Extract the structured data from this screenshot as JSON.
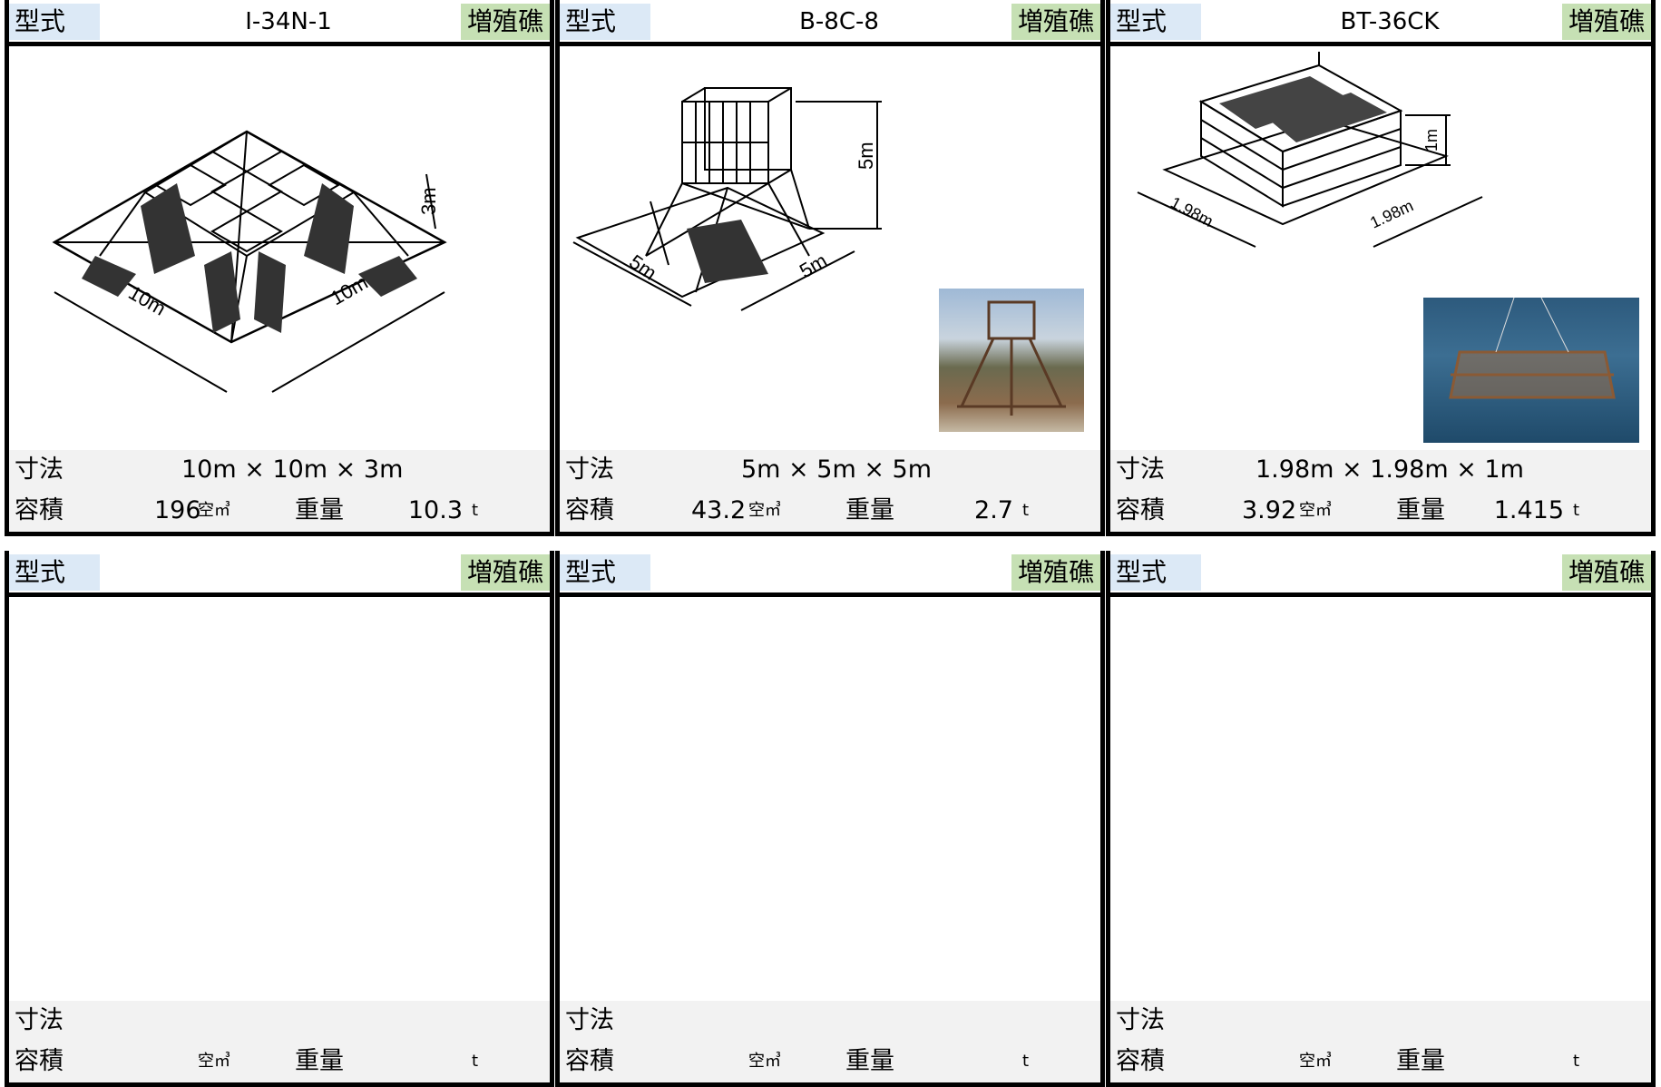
{
  "cards": [
    {
      "label": "型式",
      "model": "I-34N-1",
      "category": "増殖礁",
      "dim_key": "寸法",
      "dims": "10m × 10m × 3m",
      "vol_key": "容積",
      "volume": "196",
      "vol_unit": "空㎥",
      "wt_key": "重量",
      "weight": "10.3",
      "wt_unit": "t",
      "figure": {
        "dim_labels": [
          "10m",
          "10m",
          "3m"
        ]
      }
    },
    {
      "label": "型式",
      "model": "B-8C-8",
      "category": "増殖礁",
      "dim_key": "寸法",
      "dims": "5m × 5m × 5m",
      "vol_key": "容積",
      "volume": "43.2",
      "vol_unit": "空㎥",
      "wt_key": "重量",
      "weight": "2.7",
      "wt_unit": "t",
      "figure": {
        "dim_labels": [
          "5m",
          "5m",
          "5m"
        ]
      }
    },
    {
      "label": "型式",
      "model": "BT-36CK",
      "category": "増殖礁",
      "dim_key": "寸法",
      "dims": "1.98m × 1.98m × 1m",
      "vol_key": "容積",
      "volume": "3.92",
      "vol_unit": "空㎥",
      "wt_key": "重量",
      "weight": "1.415",
      "wt_unit": "t",
      "figure": {
        "dim_labels": [
          "1.98m",
          "1.98m",
          "1m"
        ]
      }
    },
    {
      "label": "型式",
      "model": "",
      "category": "増殖礁",
      "dim_key": "寸法",
      "dims": "",
      "vol_key": "容積",
      "volume": "",
      "vol_unit": "空㎥",
      "wt_key": "重量",
      "weight": "",
      "wt_unit": "t"
    },
    {
      "label": "型式",
      "model": "",
      "category": "増殖礁",
      "dim_key": "寸法",
      "dims": "",
      "vol_key": "容積",
      "volume": "",
      "vol_unit": "空㎥",
      "wt_key": "重量",
      "weight": "",
      "wt_unit": "t"
    },
    {
      "label": "型式",
      "model": "",
      "category": "増殖礁",
      "dim_key": "寸法",
      "dims": "",
      "vol_key": "容積",
      "volume": "",
      "vol_unit": "空㎥",
      "wt_key": "重量",
      "weight": "",
      "wt_unit": "t"
    }
  ]
}
